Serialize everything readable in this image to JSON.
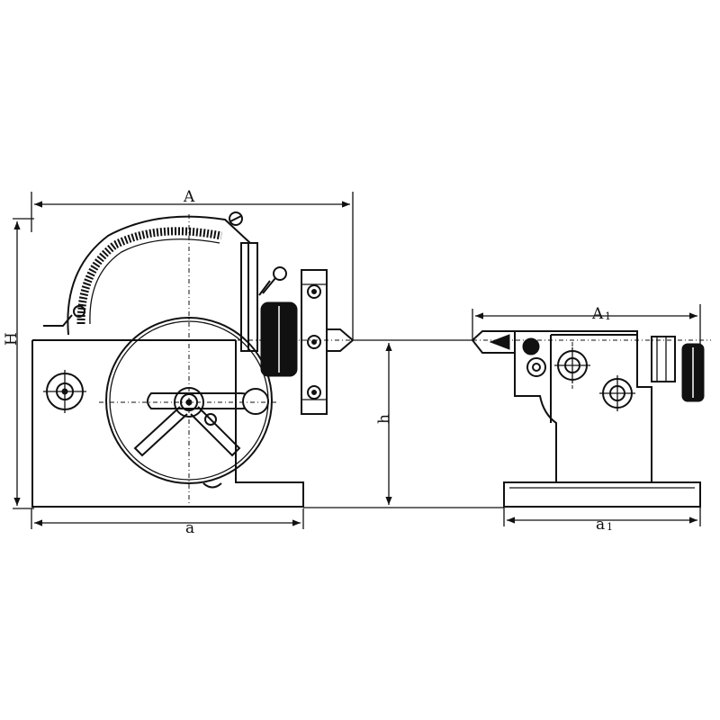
{
  "drawing": {
    "subject": "",
    "dimensions": {
      "overall_length_head": "A",
      "base_length_head": "a",
      "overall_height": "H",
      "center_height": "h",
      "overall_length_tailstock": "A",
      "overall_length_tailstock_sub": "1",
      "base_length_tailstock": "a",
      "base_length_tailstock_sub": "1"
    },
    "colors": {
      "line": "#111111",
      "background": "#ffffff"
    }
  }
}
